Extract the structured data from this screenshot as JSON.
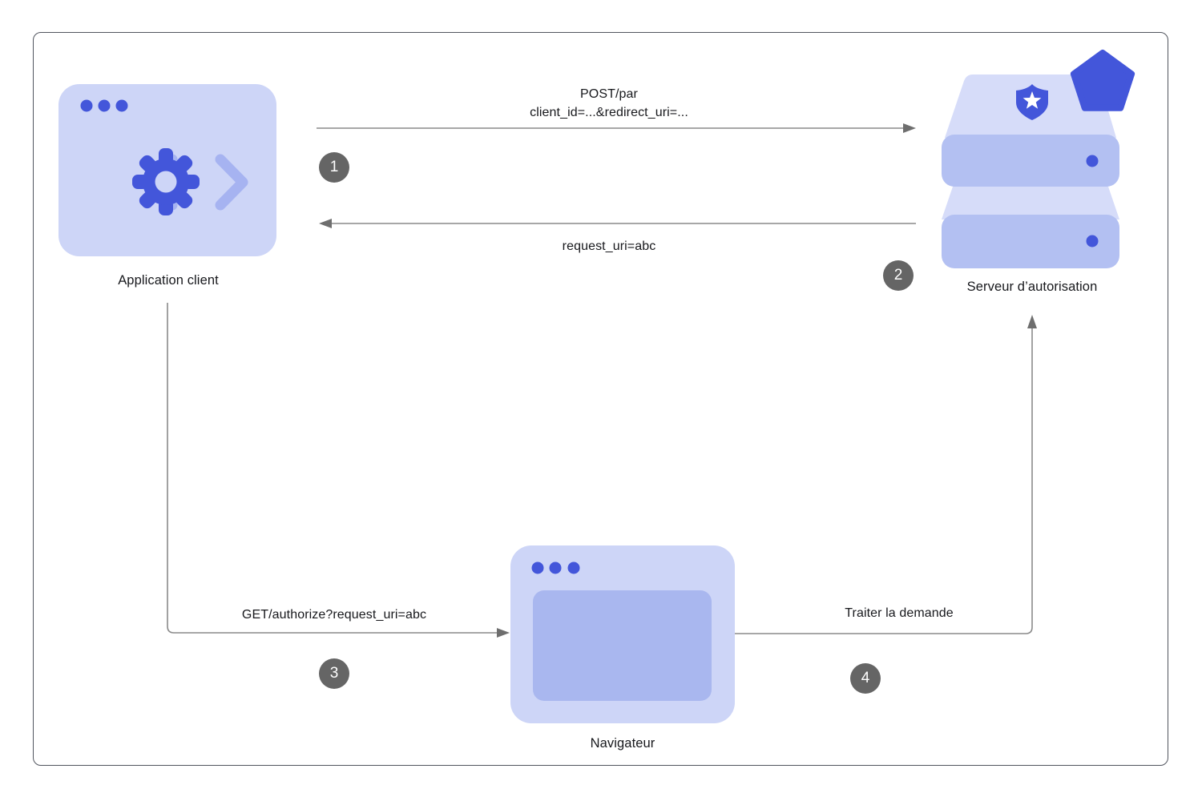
{
  "colors": {
    "accent_blue": "#4356da",
    "node_fill_light": "#cdd5f7",
    "server_slab": "#b3c0f2",
    "server_top_light": "#d6dcf9",
    "browser_content": "#a9b7ef",
    "bracket_blue": "#a6b3f1",
    "step_badge_bg": "#656565",
    "arrow_gray": "#8a8a8a",
    "text_dark": "#17181c"
  },
  "nodes": {
    "client": {
      "label": "Application client",
      "icon": "app-window-gear-icon"
    },
    "server": {
      "label": "Serveur d’autorisation",
      "icon": "server-stack-shield-icon"
    },
    "browser": {
      "label": "Navigateur",
      "icon": "browser-window-icon"
    }
  },
  "flows": [
    {
      "step": "1",
      "from": "client",
      "to": "server",
      "label_lines": [
        "POST/par",
        "client_id=...&redirect_uri=..."
      ]
    },
    {
      "step": "2",
      "from": "server",
      "to": "client",
      "label_lines": [
        "request_uri=abc"
      ]
    },
    {
      "step": "3",
      "from": "client",
      "to": "browser",
      "label_lines": [
        "GET/authorize?request_uri=abc"
      ]
    },
    {
      "step": "4",
      "from": "browser",
      "to": "server",
      "label_lines": [
        "Traiter la demande"
      ]
    }
  ]
}
